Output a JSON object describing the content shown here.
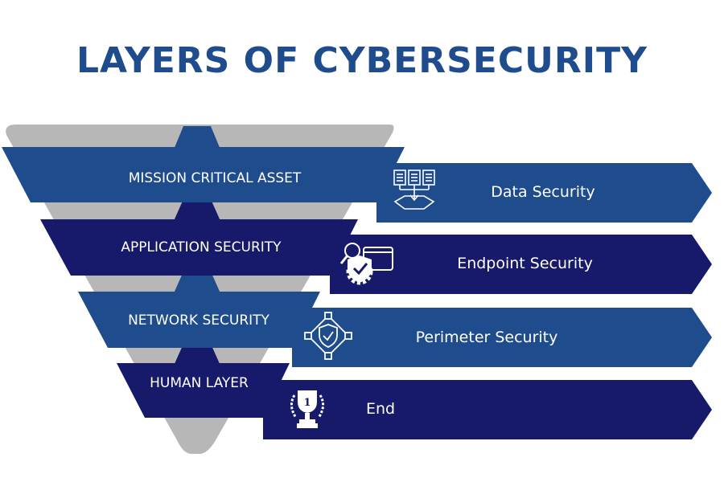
{
  "title": "LAYERS OF CYBERSECURITY",
  "colors": {
    "title": "#1f4c8c",
    "light_blue": "#1f4c8c",
    "dark_blue": "#17196b",
    "funnel_gray": "#b7b7b7",
    "icon": "#ffffff"
  },
  "layers": [
    {
      "label": "MISSION CRITICAL ASSET",
      "detail": "Data Security",
      "icon": "documents-download-icon",
      "tone": "light"
    },
    {
      "label": "APPLICATION SECURITY",
      "detail": "Endpoint Security",
      "icon": "endpoint-shield-gear-icon",
      "tone": "dark"
    },
    {
      "label": "NETWORK SECURITY",
      "detail": "Perimeter Security",
      "icon": "perimeter-shield-icon",
      "tone": "light"
    },
    {
      "label": "HUMAN LAYER",
      "detail": "End",
      "icon": "trophy-icon",
      "tone": "dark"
    }
  ]
}
